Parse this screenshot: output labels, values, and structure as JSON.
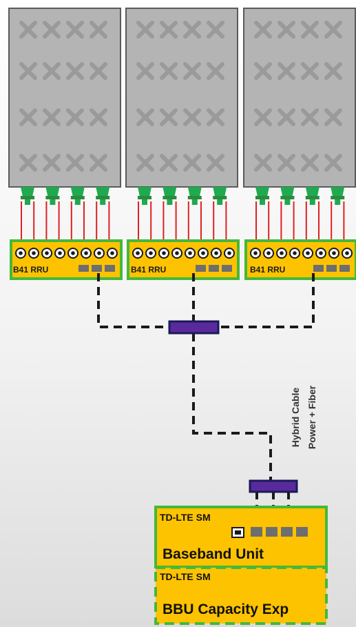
{
  "colors": {
    "background_top": "#ffffff",
    "background_bottom": "#dcdcdc",
    "antenna_fill": "#b4b4b4",
    "antenna_border": "#5a5a5a",
    "x_mark": "#9a9a9a",
    "rru_fill": "#fdc300",
    "rru_border": "#45b83a",
    "feed_line": "#e02020",
    "connector": "#1faa4f",
    "splitter": "#5a2a9c",
    "splitter_border": "#1a1a5a",
    "bbu_fill": "#fdc300",
    "bbu_border": "#45b83a",
    "port": "#6e6e6e"
  },
  "antennas": [
    {
      "label": "B41 RRU"
    },
    {
      "label": "B41 RRU"
    },
    {
      "label": "B41 RRU"
    }
  ],
  "cable": {
    "label_line1": "Hybrid Cable",
    "label_line2": "Power + Fiber"
  },
  "baseband_unit": {
    "module_label": "TD-LTE SM",
    "name": "Baseband Unit"
  },
  "capacity_expansion": {
    "module_label": "TD-LTE SM",
    "name": "BBU Capacity Exp"
  }
}
